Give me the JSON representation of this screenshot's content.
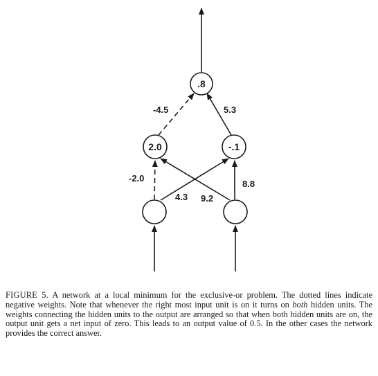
{
  "diagram": {
    "units": {
      "output": {
        "value": ".8"
      },
      "hidden_left": {
        "value": "2.0"
      },
      "hidden_right": {
        "value": "-.1"
      },
      "input_left": {
        "value": ""
      },
      "input_right": {
        "value": ""
      }
    },
    "weights": {
      "hidden_left_to_output": "-4.5",
      "hidden_right_to_output": "5.3",
      "input_left_to_hidden_left": "-2.0",
      "input_left_to_hidden_right": "4.3",
      "input_right_to_hidden_left": "9.2",
      "input_right_to_hidden_right": "8.8"
    },
    "colors": {
      "ink": "#1a1a1a",
      "background": "#ffffff"
    }
  },
  "caption": {
    "label": "FIGURE 5.",
    "text_before_emphasis": "A network at a local minimum for the exclusive-or problem. The dotted lines indicate negative weights. Note that whenever the right most input unit is on it turns on",
    "emphasis": "both",
    "text_after_emphasis": "hidden units. The weights connecting the hidden units to the output are arranged so that when both hidden units are on, the output unit gets a net input of zero. This leads to an output value of 0.5. In the other cases the network provides the correct answer."
  }
}
